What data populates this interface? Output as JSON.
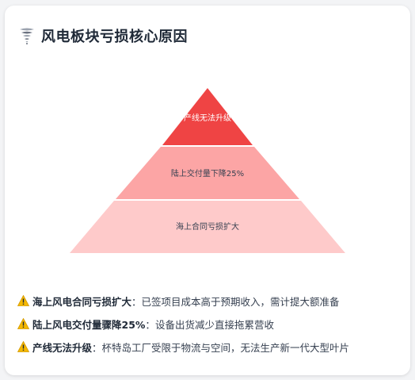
{
  "title": "风电板块亏损核心原因",
  "title_icon": "tornado-icon",
  "chart_data": {
    "type": "pyramid",
    "tiers": [
      {
        "label": "产线无法升级",
        "color": "#ef4444"
      },
      {
        "label": "陆上交付量下降25%",
        "color": "#fca5a5"
      },
      {
        "label": "海上合同亏损扩大",
        "color": "#fecaca"
      }
    ]
  },
  "reasons": [
    {
      "icon": "warning-icon",
      "title": "海上风电合同亏损扩大",
      "separator": "：",
      "text": "已签项目成本高于预期收入，需计提大额准备"
    },
    {
      "icon": "warning-icon",
      "title": "陆上风电交付量骤降25%",
      "separator": "：",
      "text": "设备出货减少直接拖累营收"
    },
    {
      "icon": "warning-icon",
      "title": "产线无法升级",
      "separator": "：",
      "text": "杯特岛工厂受限于物流与空间，无法生产新一代大型叶片"
    }
  ]
}
